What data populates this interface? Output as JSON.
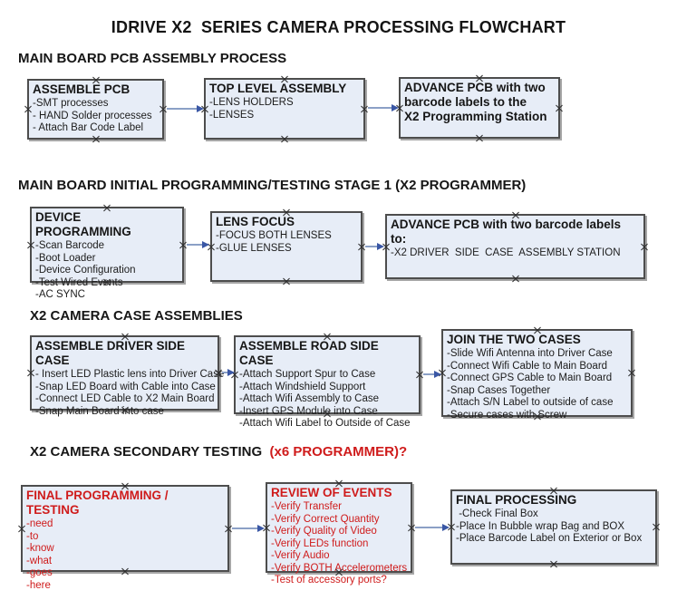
{
  "title": "IDRIVE X2  SERIES CAMERA PROCESSING FLOWCHART",
  "colors": {
    "box_fill": "#e7edf7",
    "box_border": "#4d4d4d",
    "arrow_line": "#8ba0c6",
    "arrow_head": "#3a57a5",
    "accent_red": "#cf1b1b",
    "text": "#161616"
  },
  "sections": [
    {
      "heading": "MAIN BOARD PCB ASSEMBLY PROCESS",
      "heading_suffix": "",
      "boxes": [
        {
          "title": "ASSEMBLE PCB",
          "items": [
            "-SMT processes",
            "- HAND Solder processes",
            "- Attach Bar Code Label"
          ]
        },
        {
          "title": "TOP LEVEL ASSEMBLY",
          "items": [
            "-LENS HOLDERS",
            "-LENSES"
          ]
        },
        {
          "title": "ADVANCE PCB with two\nbarcode labels to the\n X2 Programming Station",
          "items": []
        }
      ]
    },
    {
      "heading": "MAIN BOARD INITIAL PROGRAMMING/TESTING STAGE 1 (X2 PROGRAMMER)",
      "heading_suffix": "",
      "boxes": [
        {
          "title": "DEVICE PROGRAMMING",
          "items": [
            "-Scan Barcode",
            "-Boot Loader",
            "-Device Configuration",
            "-Test Wired Events",
            "-AC SYNC"
          ]
        },
        {
          "title": "LENS FOCUS",
          "items": [
            "-FOCUS BOTH LENSES",
            "-GLUE LENSES"
          ]
        },
        {
          "title": "ADVANCE PCB with two barcode labels to:",
          "items": [
            "-X2 DRIVER  SIDE  CASE  ASSEMBLY STATION"
          ]
        }
      ]
    },
    {
      "heading": "X2 CAMERA CASE ASSEMBLIES",
      "heading_suffix": "",
      "boxes": [
        {
          "title": "ASSEMBLE DRIVER SIDE CASE",
          "items": [
            "- Insert LED Plastic lens into Driver Case",
            "-Snap LED Board with Cable into Case",
            "-Connect LED Cable to X2 Main Board",
            "-Snap Main Board into case"
          ]
        },
        {
          "title": "ASSEMBLE ROAD SIDE CASE",
          "items": [
            "-Attach Support Spur to Case",
            "-Attach Windshield Support",
            "-Attach Wifi Assembly to Case",
            "-Insert GPS Module into Case",
            "-Attach Wifi Label to Outside of Case"
          ]
        },
        {
          "title": "JOIN THE TWO CASES",
          "items": [
            "-Slide Wifi Antenna into Driver Case",
            "-Connect Wifi Cable to Main Board",
            "-Connect GPS Cable to Main Board",
            "-Snap Cases Together",
            "-Attach S/N Label to outside of case",
            "-Secure cases with Screw"
          ]
        }
      ]
    },
    {
      "heading": "X2 CAMERA SECONDARY TESTING  ",
      "heading_suffix": "(x6 PROGRAMMER)?",
      "boxes": [
        {
          "title": "FINAL PROGRAMMING / TESTING",
          "items": [
            "-need",
            "-to",
            "-know",
            "-what",
            "-goes",
            "-here"
          ]
        },
        {
          "title": "REVIEW OF EVENTS",
          "items": [
            "-Verify Transfer",
            "-Verify Correct Quantity",
            "-Verify Quality of Video",
            "-Verify LEDs function",
            "-Verify Audio",
            "-Verify BOTH Accelerometers",
            "-Test of accessory ports?"
          ]
        },
        {
          "title": "FINAL PROCESSING",
          "items": [
            " -Check Final Box",
            "-Place In Bubble wrap Bag and BOX",
            "-Place Barcode Label on Exterior or Box"
          ]
        }
      ]
    }
  ]
}
